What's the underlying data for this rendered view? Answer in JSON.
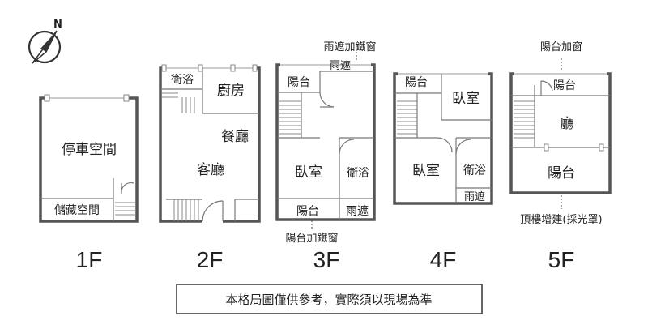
{
  "compass": {
    "north_label": "N"
  },
  "floors": {
    "f1": {
      "label": "1F",
      "rooms": {
        "parking": "停車空間",
        "storage": "儲藏空間"
      }
    },
    "f2": {
      "label": "2F",
      "rooms": {
        "bath": "衛浴",
        "kitchen": "廚房",
        "dining": "餐廳",
        "living": "客廳"
      }
    },
    "f3": {
      "label": "3F",
      "rooms": {
        "balcony": "陽台",
        "rain_shelter_top": "雨遮",
        "bedroom": "臥室",
        "bath": "衛浴",
        "balcony_bottom": "陽台",
        "rain_shelter_bottom": "雨遮"
      },
      "notes": {
        "top": "雨遮加鐵窗",
        "bottom": "陽台加鐵窗"
      }
    },
    "f4": {
      "label": "4F",
      "rooms": {
        "balcony": "陽台",
        "bedroom_top": "臥室",
        "bedroom": "臥室",
        "bath": "衛浴",
        "rain_shelter": "雨遮"
      }
    },
    "f5": {
      "label": "5F",
      "rooms": {
        "balcony_top": "陽台",
        "hall": "廳",
        "balcony": "陽台"
      },
      "notes": {
        "top": "陽台加窗",
        "bottom": "頂樓增建(採光罩)"
      }
    }
  },
  "disclaimer": "本格局圖僅供參考，實際須以現場為準"
}
